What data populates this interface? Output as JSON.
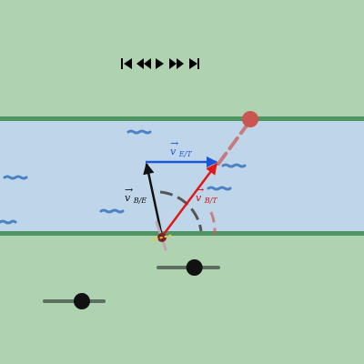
{
  "scene": {
    "colors": {
      "grass": "#afd2b1",
      "river": "#bfd6ea",
      "bank": "#4f9563",
      "wave": "#4a82c2",
      "water_vector": "#1a56d8",
      "boat_water_vector": "#111111",
      "boat_ground_vector": "#e01818",
      "predicted_path": "#c95c5c",
      "target_marker": "#c9564f",
      "angle_arc": "#555555",
      "slider_track": "#5c6f60",
      "slider_knob": "#111111"
    }
  },
  "playback": {
    "skip_back_icon": "skip-to-start-icon",
    "rewind_icon": "rewind-icon",
    "play_icon": "play-icon",
    "fast_forward_icon": "fast-forward-icon",
    "skip_end_icon": "skip-to-end-icon"
  },
  "vectors": {
    "water": {
      "symbol": "v",
      "subscript": "E/T"
    },
    "boat_relative_water": {
      "symbol": "v",
      "subscript": "B/E"
    },
    "boat_relative_ground": {
      "symbol": "v",
      "subscript": "B/T"
    }
  },
  "sliders": {
    "speed_slider": {
      "value": 0.6
    },
    "angle_slider": {
      "value": 0.63
    }
  }
}
